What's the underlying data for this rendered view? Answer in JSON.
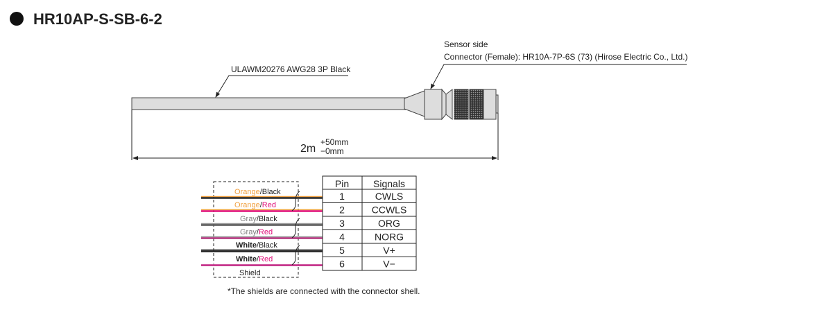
{
  "title": "HR10AP-S-SB-6-2",
  "cable_label": "ULAWM20276 AWG28 3P Black",
  "sensor_side": "Sensor side",
  "connector_label": "Connector (Female): HR10A-7P-6S (73) (Hirose Electric Co., Ltd.)",
  "length": {
    "value": "2m",
    "tol_plus": "+50mm",
    "tol_minus": "−0mm"
  },
  "wires": [
    {
      "c1": "Orange",
      "c1_color": "#f0a040",
      "c2": "Black",
      "c2_color": "#222222",
      "line": "#222222",
      "line2": "#f0a040"
    },
    {
      "c1": "Orange",
      "c1_color": "#f0a040",
      "c2": "Red",
      "c2_color": "#e0107a",
      "line": "#e0107a",
      "line2": "#f0a040"
    },
    {
      "c1": "Gray",
      "c1_color": "#808080",
      "c2": "Black",
      "c2_color": "#222222",
      "line": "#555555",
      "line2": "#999999"
    },
    {
      "c1": "Gray",
      "c1_color": "#808080",
      "c2": "Red",
      "c2_color": "#e0107a",
      "line": "#b0307a",
      "line2": "#999999"
    },
    {
      "c1": "White",
      "c1_color": "#222222",
      "c2": "Black",
      "c2_color": "#222222",
      "line": "#222222",
      "line2": "#222222"
    },
    {
      "c1": "White",
      "c1_color": "#222222",
      "c2": "Red",
      "c2_color": "#e0107a",
      "line": "#c02080",
      "line2": "#ffffff"
    }
  ],
  "shield_label": "Shield",
  "table": {
    "headers": [
      "Pin",
      "Signals"
    ],
    "rows": [
      [
        "1",
        "CWLS"
      ],
      [
        "2",
        "CCWLS"
      ],
      [
        "3",
        "ORG"
      ],
      [
        "4",
        "NORG"
      ],
      [
        "5",
        "V+"
      ],
      [
        "6",
        "V−"
      ]
    ]
  },
  "footnote": "*The shields are connected with the connector shell."
}
